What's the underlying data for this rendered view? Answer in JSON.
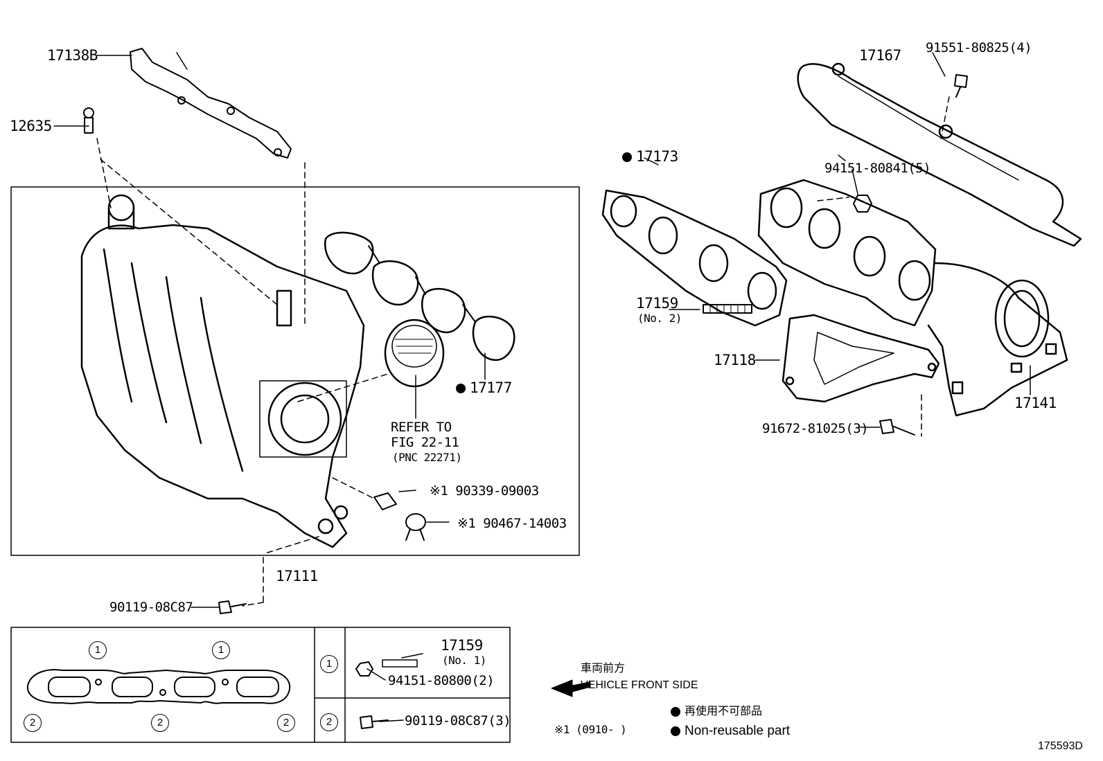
{
  "parts": {
    "p17138B": "17138B",
    "p12635": "12635",
    "p17167": "17167",
    "p91551": "91551-80825(4)",
    "p17173": "17173",
    "p94151_a": "94151-80841(5)",
    "p17159_top": "17159",
    "p17159_top_sub": "(No. 2)",
    "p17118": "17118",
    "p17141": "17141",
    "p91672": "91672-81025(3)",
    "p17177": "17177",
    "refer_line1": "REFER TO",
    "refer_line2": "FIG 22-11",
    "refer_line3": "(PNC 22271)",
    "p90339": "※1  90339-09003",
    "p90467": "※1  90467-14003",
    "p17111": "17111",
    "p90119_a": "90119-08C87"
  },
  "detail_box": {
    "circle1": "1",
    "circle2": "2",
    "p17159_bottom": "17159",
    "p17159_bottom_sub": "(No. 1)",
    "p94151_b": "94151-80800(2)",
    "p90119_b": "90119-08C87(3)"
  },
  "legend": {
    "front_jp": "車両前方",
    "front_en": "VEHICLE FRONT SIDE",
    "note1": "※1 (0910-      )",
    "nonreuse_jp": "再使用不可部品",
    "nonreuse_en": "Non-reusable part"
  },
  "figure_id": "175593D"
}
